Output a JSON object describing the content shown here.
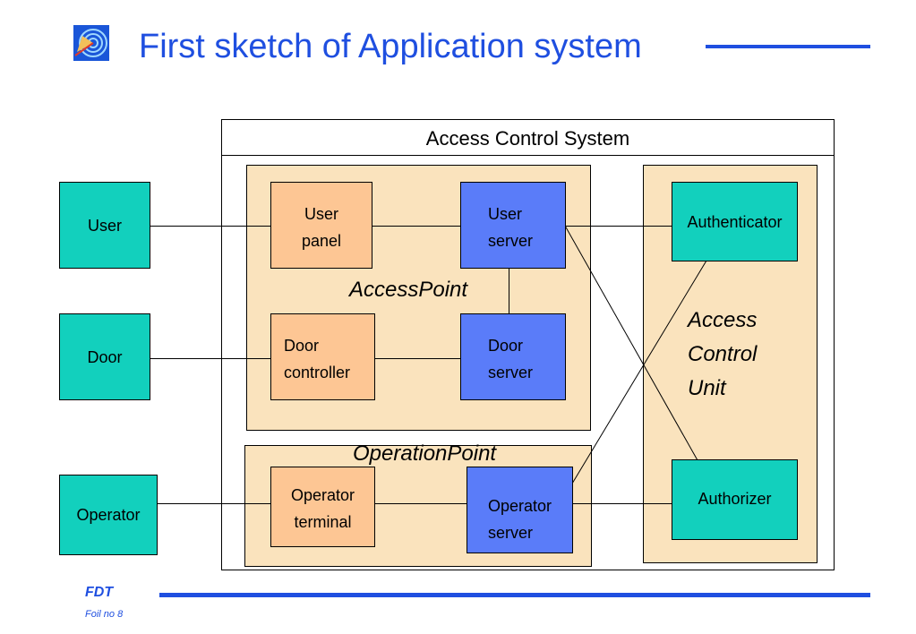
{
  "title": "First sketch of Application system",
  "system_label": "Access Control System",
  "regions": {
    "access_point": "AccessPoint",
    "operation_point": "OperationPoint",
    "access_control_unit": [
      "Access",
      "Control",
      "Unit"
    ]
  },
  "actors": {
    "user": "User",
    "door": "Door",
    "operator": "Operator"
  },
  "components": {
    "user_panel": [
      "User",
      "panel"
    ],
    "user_server": [
      "User",
      "server"
    ],
    "door_controller": [
      "Door",
      "controller"
    ],
    "door_server": [
      "Door",
      "server"
    ],
    "operator_terminal": [
      "Operator",
      "terminal"
    ],
    "operator_server": [
      "Operator",
      "server"
    ],
    "authenticator": "Authenticator",
    "authorizer": "Authorizer"
  },
  "footer": {
    "brand": "FDT",
    "foil": "Foil no 8"
  },
  "colors": {
    "accent": "#1f4fe0",
    "actor": "#12d0bd",
    "region": "#fae3bd",
    "client": "#fdc694",
    "server": "#5a7cf9"
  },
  "logo_icon": "target-radar-icon"
}
